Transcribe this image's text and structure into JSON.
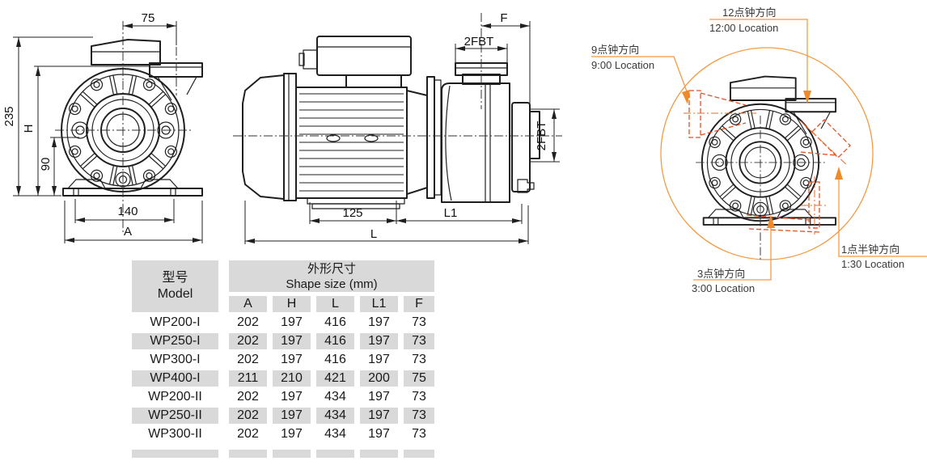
{
  "drawing": {
    "front_view": {
      "dims": {
        "top_width": "75",
        "overall_height": "235",
        "height_h": "H",
        "base_height": "90",
        "foot_span": "140",
        "overall_width": "A"
      }
    },
    "side_view": {
      "dims": {
        "port_offset_f": "F",
        "port_thread_top": "2FBT",
        "port_thread_side": "2FBT",
        "motor_foot_length": "125",
        "pump_end_length": "L1",
        "overall_length": "L"
      }
    },
    "orientation_view": {
      "labels": {
        "loc12": {
          "zh": "12点钟方向",
          "en": "12:00 Location"
        },
        "loc9": {
          "zh": "9点钟方向",
          "en": "9:00 Location"
        },
        "loc3": {
          "zh": "3点钟方向",
          "en": "3:00 Location"
        },
        "loc130": {
          "zh": "1点半钟方向",
          "en": "1:30 Location"
        }
      }
    }
  },
  "table": {
    "header": {
      "model_zh": "型号",
      "model_en": "Model",
      "size_zh": "外形尺寸",
      "size_en": "Shape size (mm)",
      "columns": [
        "A",
        "H",
        "L",
        "L1",
        "F"
      ]
    },
    "rows": [
      {
        "model": "WP200-I",
        "values": [
          "202",
          "197",
          "416",
          "197",
          "73"
        ]
      },
      {
        "model": "WP250-I",
        "values": [
          "202",
          "197",
          "416",
          "197",
          "73"
        ]
      },
      {
        "model": "WP300-I",
        "values": [
          "202",
          "197",
          "416",
          "197",
          "73"
        ]
      },
      {
        "model": "WP400-I",
        "values": [
          "211",
          "210",
          "421",
          "200",
          "75"
        ]
      },
      {
        "model": "WP200-II",
        "values": [
          "202",
          "197",
          "434",
          "197",
          "73"
        ]
      },
      {
        "model": "WP250-II",
        "values": [
          "202",
          "197",
          "434",
          "197",
          "73"
        ]
      },
      {
        "model": "WP300-II",
        "values": [
          "202",
          "197",
          "434",
          "197",
          "73"
        ]
      }
    ]
  },
  "colors": {
    "line": "#1f1f1f",
    "accent_orange": "#F49B42",
    "dashed_red": "#E8511F",
    "table_shade": "#D9D9D9",
    "label_text": "#3a3a3a"
  }
}
